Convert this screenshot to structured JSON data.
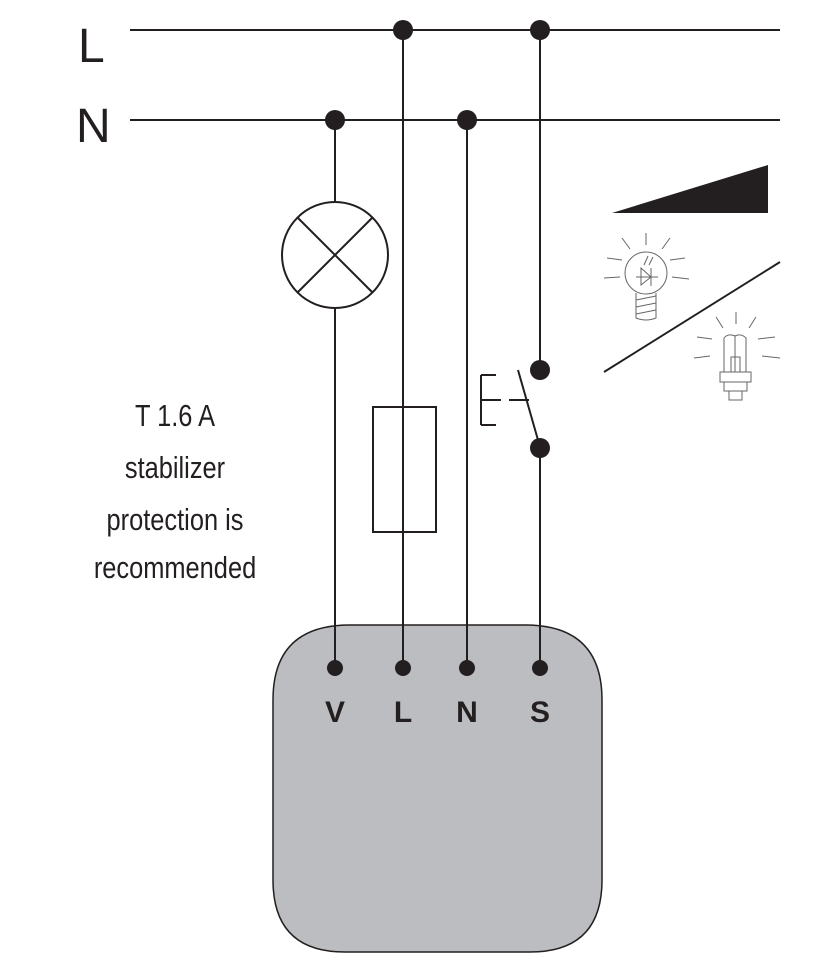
{
  "lines": {
    "live": "L",
    "neutral": "N"
  },
  "note": [
    "T 1.6 A",
    "stabilizer",
    "protection is",
    "recommended"
  ],
  "terminals": [
    "V",
    "L",
    "N",
    "S"
  ],
  "device_color": "#bcbdc0",
  "icons": [
    "dimming-ramp-icon",
    "led-bulb-icon",
    "cfl-bulb-icon",
    "lamp-symbol",
    "fuse-symbol",
    "pushbutton-switch-symbol"
  ]
}
